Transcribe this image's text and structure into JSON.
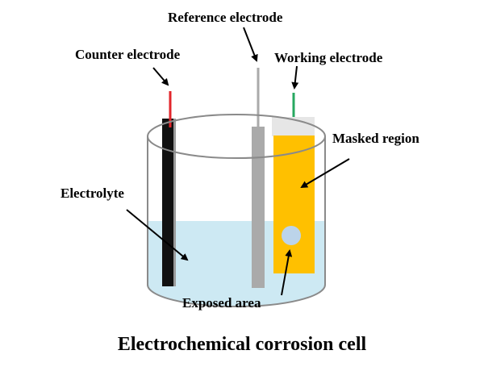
{
  "labels": {
    "reference_electrode": "Reference electrode",
    "counter_electrode": "Counter electrode",
    "working_electrode": "Working electrode",
    "masked_region": "Masked region",
    "electrolyte": "Electrolyte",
    "exposed_area": "Exposed area"
  },
  "caption": "Electrochemical corrosion cell",
  "colors": {
    "electrolyte": "#cde9f3",
    "counter_electrode_body": "#111111",
    "counter_electrode_tip": "#e2262b",
    "reference_electrode": "#aaaaaa",
    "working_electrode_mask": "#ffc000",
    "working_electrode_lead": "#27a860",
    "working_electrode_cap": "#e6e6e6",
    "exposed_area": "#bcd4ea"
  }
}
